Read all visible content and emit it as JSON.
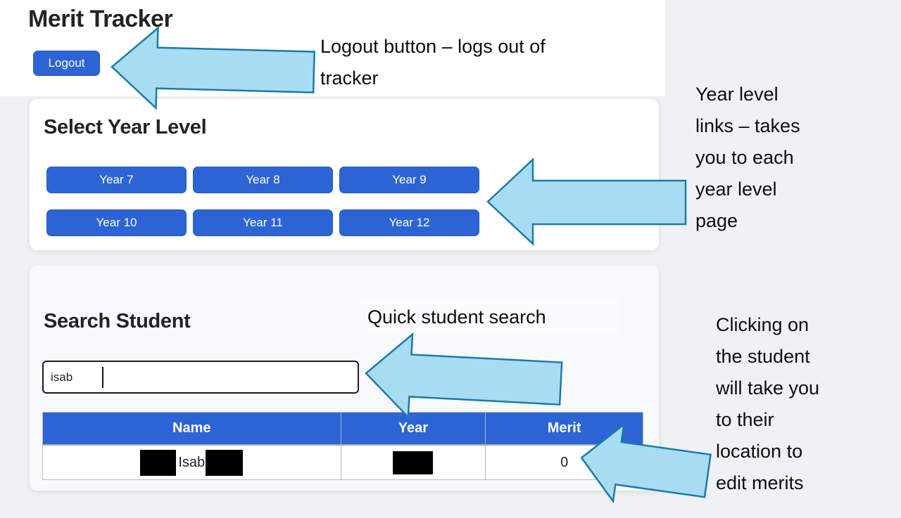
{
  "app": {
    "title": "Merit Tracker",
    "logout_label": "Logout",
    "year_card": {
      "title": "Select Year Level",
      "buttons": [
        "Year 7",
        "Year 8",
        "Year 9",
        "Year 10",
        "Year 11",
        "Year 12"
      ]
    },
    "search_card": {
      "title": "Search Student",
      "input_value": "isab",
      "table": {
        "headers": [
          "Name",
          "Year",
          "Merit"
        ],
        "row": {
          "name_visible": "Isab",
          "name_redacted": "prefix and suffix of name hidden by black boxes",
          "year_redacted": "year value hidden by black box",
          "merit": "0"
        }
      }
    }
  },
  "annotations": {
    "logout": "Logout button – logs out of\ntracker",
    "year_levels": "Year level\nlinks – takes\nyou to each\nyear level\npage",
    "search_label": "Quick student search",
    "student_row": "Clicking on\nthe student\nwill take you\nto their\nlocation to\nedit merits"
  },
  "colors": {
    "primary_blue": "#2c64d6",
    "arrow_fill": "#a8dcf2",
    "arrow_stroke": "#1c7ba8",
    "page_bg": "#eff1f4",
    "card_bg": "#ffffff",
    "search_card_bg": "#f8f9fa",
    "redaction": "#000000"
  }
}
